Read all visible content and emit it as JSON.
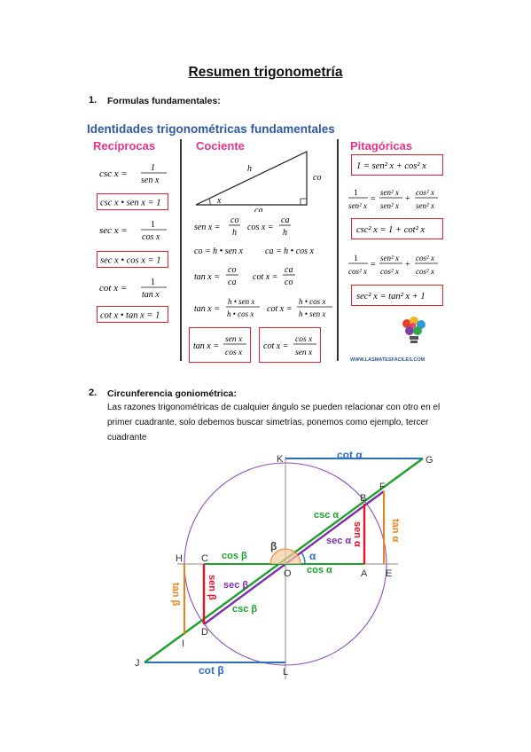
{
  "title": "Resumen trigonometría",
  "section1": {
    "number": "1.",
    "heading": "Formulas fundamentales:",
    "figure": {
      "title": "Identidades trigonométricas fundamentales",
      "col_reciprocas": "Recíprocas",
      "col_cociente": "Cociente",
      "col_pitagoricas": "Pitagóricas",
      "triangle_h": "h",
      "triangle_co": "co",
      "triangle_ca": "ca",
      "triangle_x": "x",
      "logo_text": "WWW.LASMATESFACILES.COM",
      "colors": {
        "title": "#2f5aa0",
        "columns": "#e0338a",
        "box": "#d9252b"
      }
    }
  },
  "section2": {
    "number": "2.",
    "heading": "Circunferencia goniométrica:",
    "paragraph_lines": [
      "Las razones trigonométricas de cualquier ángulo se pueden relacionar con otro en el",
      "primer cuadrante, solo debemos buscar simetrías, ponemos como ejemplo, tercer",
      "cuadrante"
    ],
    "diagram": {
      "points": {
        "K": "K",
        "G": "G",
        "F": "F",
        "B": "B",
        "H": "H",
        "C": "C",
        "O": "O",
        "A": "A",
        "E": "E",
        "D": "D",
        "I": "I",
        "J": "J",
        "L": "L"
      },
      "labels": {
        "cot_alpha": "cot α",
        "tan_alpha": "tan α",
        "sen_alpha": "sen α",
        "sec_alpha": "sec α",
        "csc_alpha": "csc α",
        "cos_alpha": "cos α",
        "alpha": "α",
        "beta": "β",
        "cos_beta": "cos β",
        "sen_beta": "sen β",
        "sec_beta": "sec β",
        "csc_beta": "csc β",
        "tan_beta": "tan β",
        "cot_beta": "cot β"
      },
      "colors": {
        "circle": "#8e4fb0",
        "green": "#1f9e2e",
        "purple": "#7e2fa8",
        "red": "#e0142b",
        "orange": "#ef7f1a",
        "blue": "#2e6fc4",
        "gray": "#8a8a8a"
      }
    }
  }
}
